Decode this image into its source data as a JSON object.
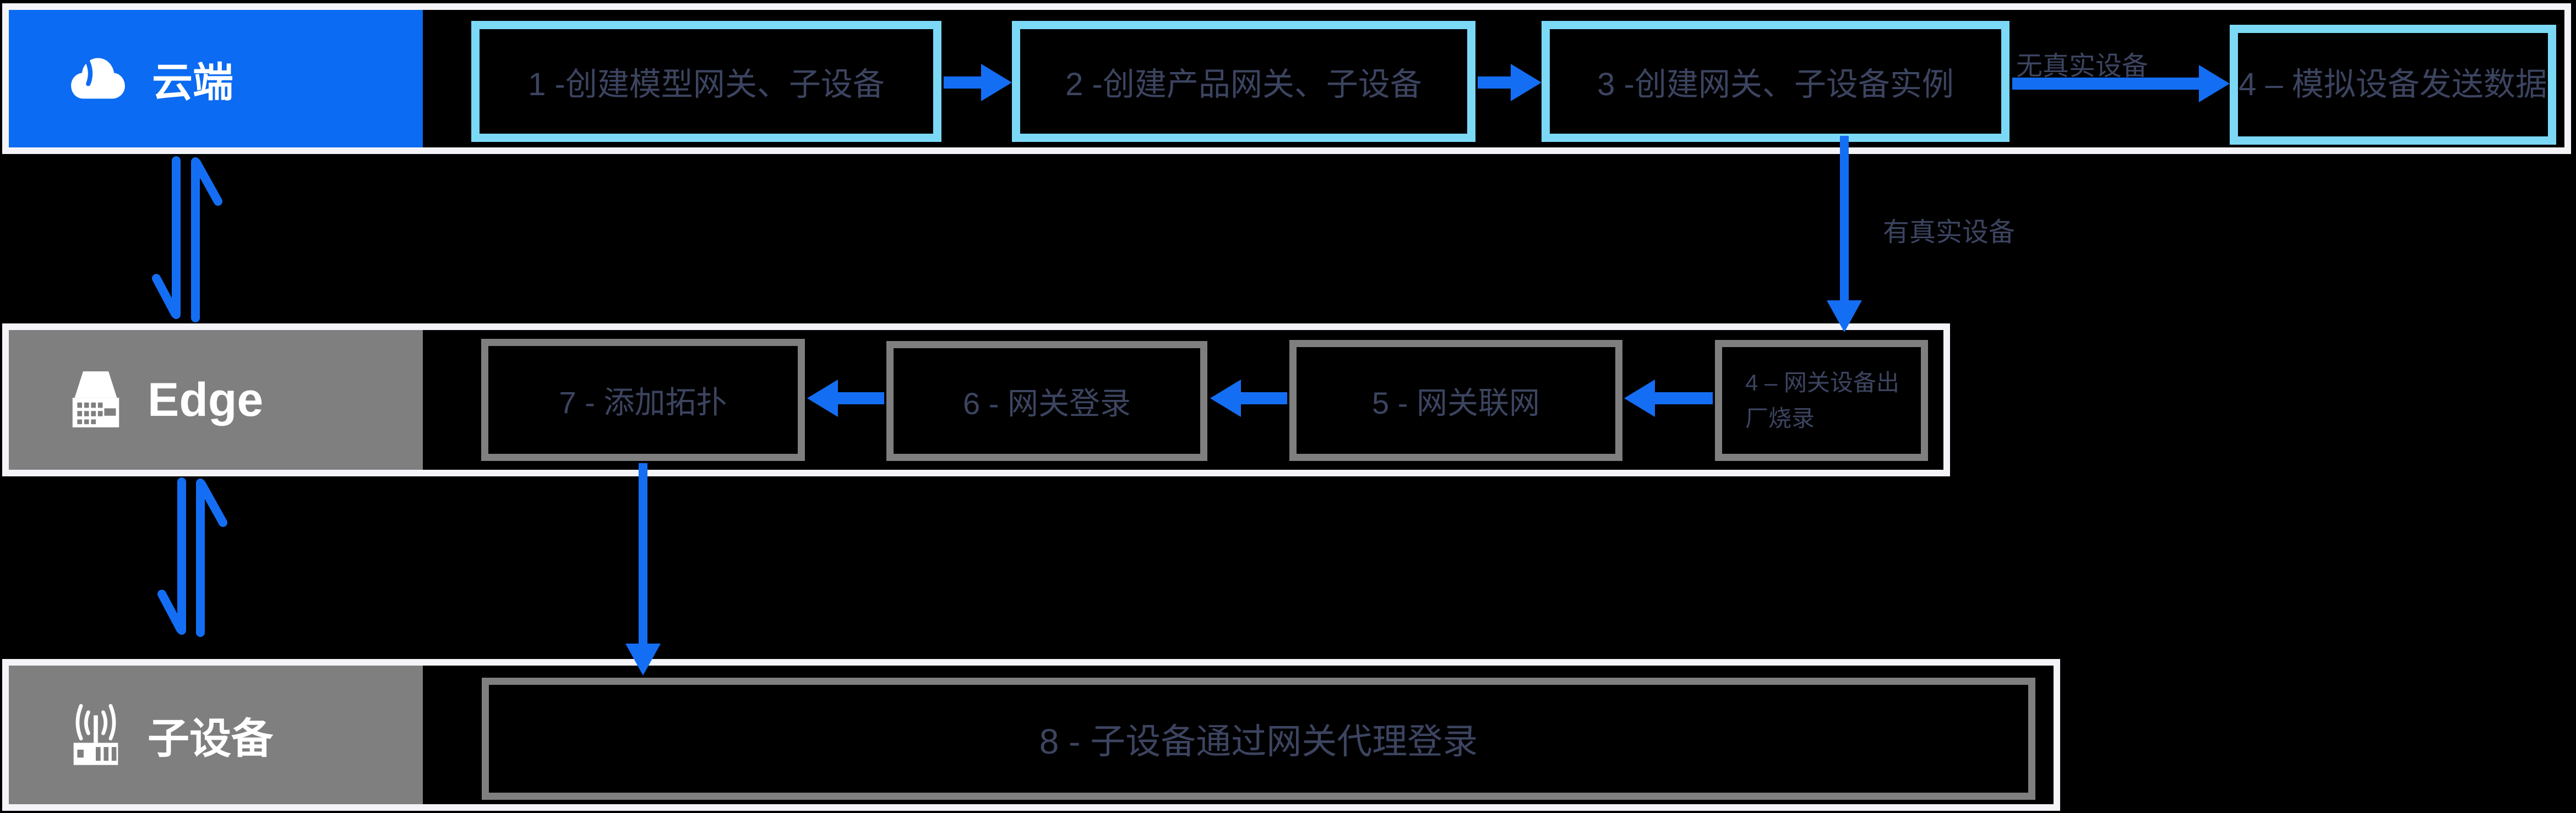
{
  "colors": {
    "background": "#000000",
    "lane_border": "#F4F4F8",
    "cloud_header_blue": "#0B6BF2",
    "header_gray": "#7F7F7F",
    "arrow_blue": "#146EF4",
    "step_border_blue": "#7CD9F6",
    "step_border_gray": "#7F7F7F",
    "step_text": "#3C4460",
    "header_text": "#FFFFFF"
  },
  "lanes": {
    "cloud": {
      "label": "云端",
      "icon": "cloud-icon"
    },
    "edge": {
      "label": "Edge",
      "icon": "edge-device-icon"
    },
    "subdevice": {
      "label": "子设备",
      "icon": "wireless-device-icon"
    }
  },
  "cloud_steps": [
    "1 -创建模型网关、子设备",
    "2 -创建产品网关、子设备",
    "3 -创建网关、子设备实例",
    "4 – 模拟设备发送数据"
  ],
  "edge_steps": [
    "4 – 网关设备出厂烧录",
    "5 - 网关联网",
    "6 - 网关登录",
    "7 - 添加拓扑"
  ],
  "subdevice_steps": [
    "8 - 子设备通过网关代理登录"
  ],
  "branch_labels": {
    "no_real_device": "无真实设备",
    "has_real_device": "有真实设备"
  }
}
